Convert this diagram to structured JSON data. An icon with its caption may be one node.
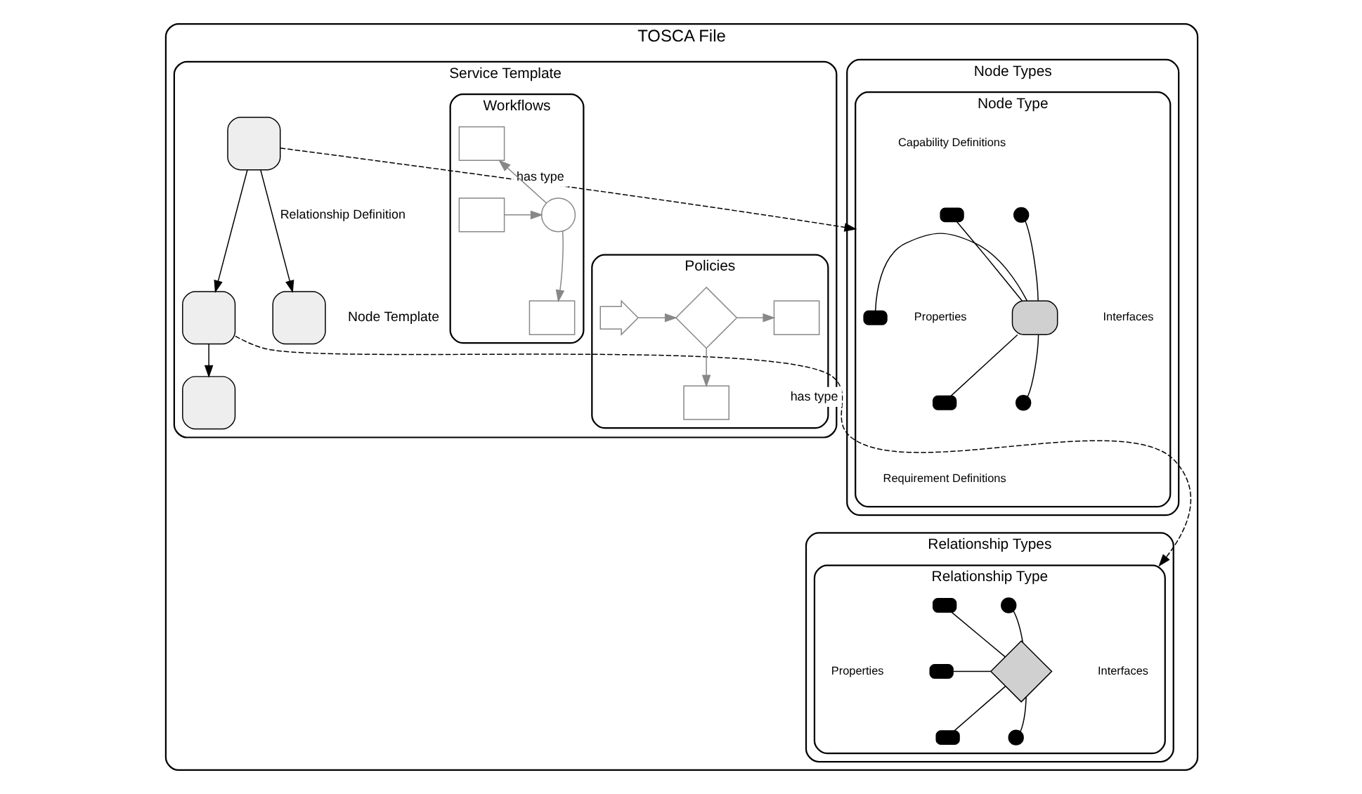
{
  "diagram": {
    "nodes": [
      {
        "text": [
          "TOSCA File"
        ]
      },
      {
        "text": [
          "Node Types"
        ],
        "in": 0
      },
      {
        "text": [
          "Node Type"
        ],
        "in": 1
      },
      {
        "text": [],
        "shape": "box",
        "in": 2
      },
      {
        "text": [],
        "shape": "bar",
        "in": 2
      },
      {
        "text": [],
        "shape": "bar",
        "in": 2
      },
      {
        "text": [],
        "shape": "bar",
        "in": 2
      },
      {
        "text": [],
        "shape": "circle",
        "in": 2
      },
      {
        "text": [],
        "shape": "circle",
        "in": 2
      },
      {
        "text": [
          "Relationship Types"
        ],
        "in": 0
      },
      {
        "text": [
          "Relationship Type"
        ],
        "in": 9
      },
      {
        "text": [],
        "shape": "diamond",
        "in": 10
      },
      {
        "text": [],
        "shape": "bar",
        "in": 10
      },
      {
        "text": [],
        "shape": "bar",
        "in": 10
      },
      {
        "text": [],
        "shape": "bar",
        "in": 10
      },
      {
        "text": [],
        "shape": "circle",
        "in": 10
      },
      {
        "text": [],
        "shape": "circle",
        "in": 10
      },
      {
        "text": [
          "Service Template"
        ],
        "in": 0
      },
      {
        "text": [],
        "shape": "box",
        "in": 17
      },
      {
        "text": [],
        "shape": "box",
        "in": 17
      },
      {
        "text": [],
        "shape": "box",
        "in": 17,
        "beside": [
          "Node Template"
        ]
      },
      {
        "text": [],
        "shape": "box",
        "in": 17
      },
      {
        "text": [
          "Workflows"
        ],
        "in": 17
      },
      {
        "text": [],
        "shape": "box",
        "in": 22
      },
      {
        "text": [],
        "shape": "circle",
        "in": 22
      },
      {
        "text": [],
        "shape": "box",
        "in": 22
      },
      {
        "text": [],
        "shape": "box",
        "in": 22
      },
      {
        "text": [
          "Policies"
        ],
        "in": 17
      },
      {
        "text": [],
        "shape": "arrow",
        "in": 27
      },
      {
        "text": [],
        "shape": "diamond",
        "in": 27
      },
      {
        "text": [],
        "shape": "box",
        "in": 27
      },
      {
        "text": [],
        "shape": "box",
        "in": 27
      }
    ],
    "edges": [
      {
        "from": 18,
        "to": 2,
        "arrow": "to",
        "label": "has type",
        "style": "dashed"
      },
      {
        "from": 18,
        "to": 19,
        "arrow": "to"
      },
      {
        "from": 18,
        "to": 20,
        "arrow": "to",
        "label": "Relationship Definition"
      },
      {
        "from": 19,
        "to": 21,
        "arrow": "to"
      },
      {
        "from": 19,
        "to": 10,
        "arrow": "to",
        "label": "has type",
        "style": "dashed"
      },
      {
        "from": 4,
        "to": 3,
        "arrow": "none"
      },
      {
        "from": 5,
        "to": 3,
        "arrow": "none"
      },
      {
        "from": 6,
        "to": 3,
        "arrow": "none"
      },
      {
        "from": 3,
        "to": 7,
        "arrow": "none"
      },
      {
        "from": 3,
        "to": 8,
        "arrow": "none"
      },
      {
        "from": 12,
        "to": 11,
        "arrow": "none"
      },
      {
        "from": 13,
        "to": 11,
        "arrow": "none"
      },
      {
        "from": 14,
        "to": 11,
        "arrow": "none"
      },
      {
        "from": 11,
        "to": 15,
        "arrow": "none"
      },
      {
        "from": 11,
        "to": 16,
        "arrow": "none"
      },
      {
        "from": 23,
        "to": 24,
        "arrow": "to",
        "color": "#888888"
      },
      {
        "from": 24,
        "to": 25,
        "arrow": "to",
        "color": "#888888"
      },
      {
        "from": 24,
        "to": 26,
        "arrow": "to",
        "color": "#888888"
      },
      {
        "from": 28,
        "to": 29,
        "arrow": "to",
        "color": "#888888"
      },
      {
        "from": 29,
        "to": 30,
        "arrow": "to",
        "color": "#888888"
      },
      {
        "from": 29,
        "to": 31,
        "arrow": "to",
        "color": "#888888"
      }
    ],
    "labels": [
      "Capability Definitions",
      "Properties",
      "Interfaces",
      "Requirement Definitions",
      "Properties",
      "Interfaces"
    ]
  }
}
